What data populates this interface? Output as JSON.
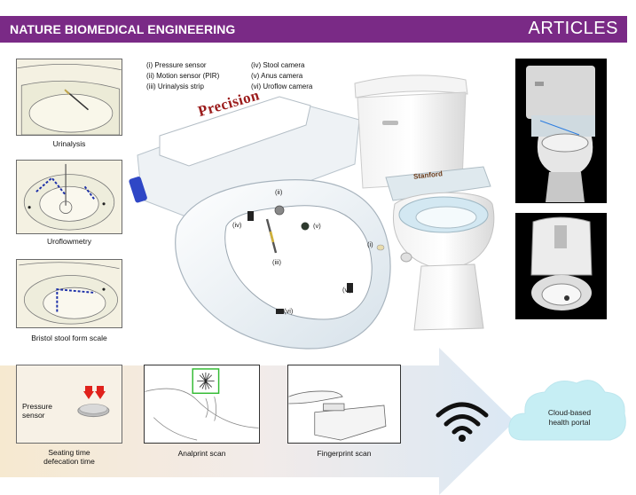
{
  "header": {
    "journal": "NATURE BIOMEDICAL ENGINEERING",
    "section": "ARTICLES"
  },
  "left_panels": [
    {
      "caption": "Urinalysis"
    },
    {
      "caption": "Uroflowmetry"
    },
    {
      "caption": "Bristol stool form scale"
    }
  ],
  "sensor_legend": {
    "col1": [
      "(i) Pressure sensor",
      "(ii) Motion sensor (PIR)",
      "(iii) Urinalysis strip"
    ],
    "col2": [
      "(iv) Stool camera",
      "(v) Anus camera",
      "(vi) Uroflow camera"
    ]
  },
  "seat": {
    "brand": "Precision",
    "labels": {
      "i": "(i)",
      "ii": "(ii)",
      "iii": "(iii)",
      "iv": "(iv)",
      "v": "(v)",
      "vi_a": "(vi)",
      "vi_b": "(vi)"
    }
  },
  "toilet": {
    "brand": "Stanford"
  },
  "bottom": {
    "pressure_label": "Pressure\nsensor",
    "pressure_caption": "Seating time\ndefecation time",
    "analprint_caption": "Analprint scan",
    "fingerprint_caption": "Fingerprint scan",
    "cloud_text": "Cloud-based\nhealth portal"
  },
  "icons": {
    "wifi": "wifi-icon",
    "cloud": "cloud-icon",
    "arrow": "down-arrow-icon"
  },
  "colors": {
    "header_bg": "#7a2a86",
    "arrow_red": "#e0221c",
    "cloud_fill": "#c6eef4",
    "scan_highlight": "#33bb33"
  }
}
